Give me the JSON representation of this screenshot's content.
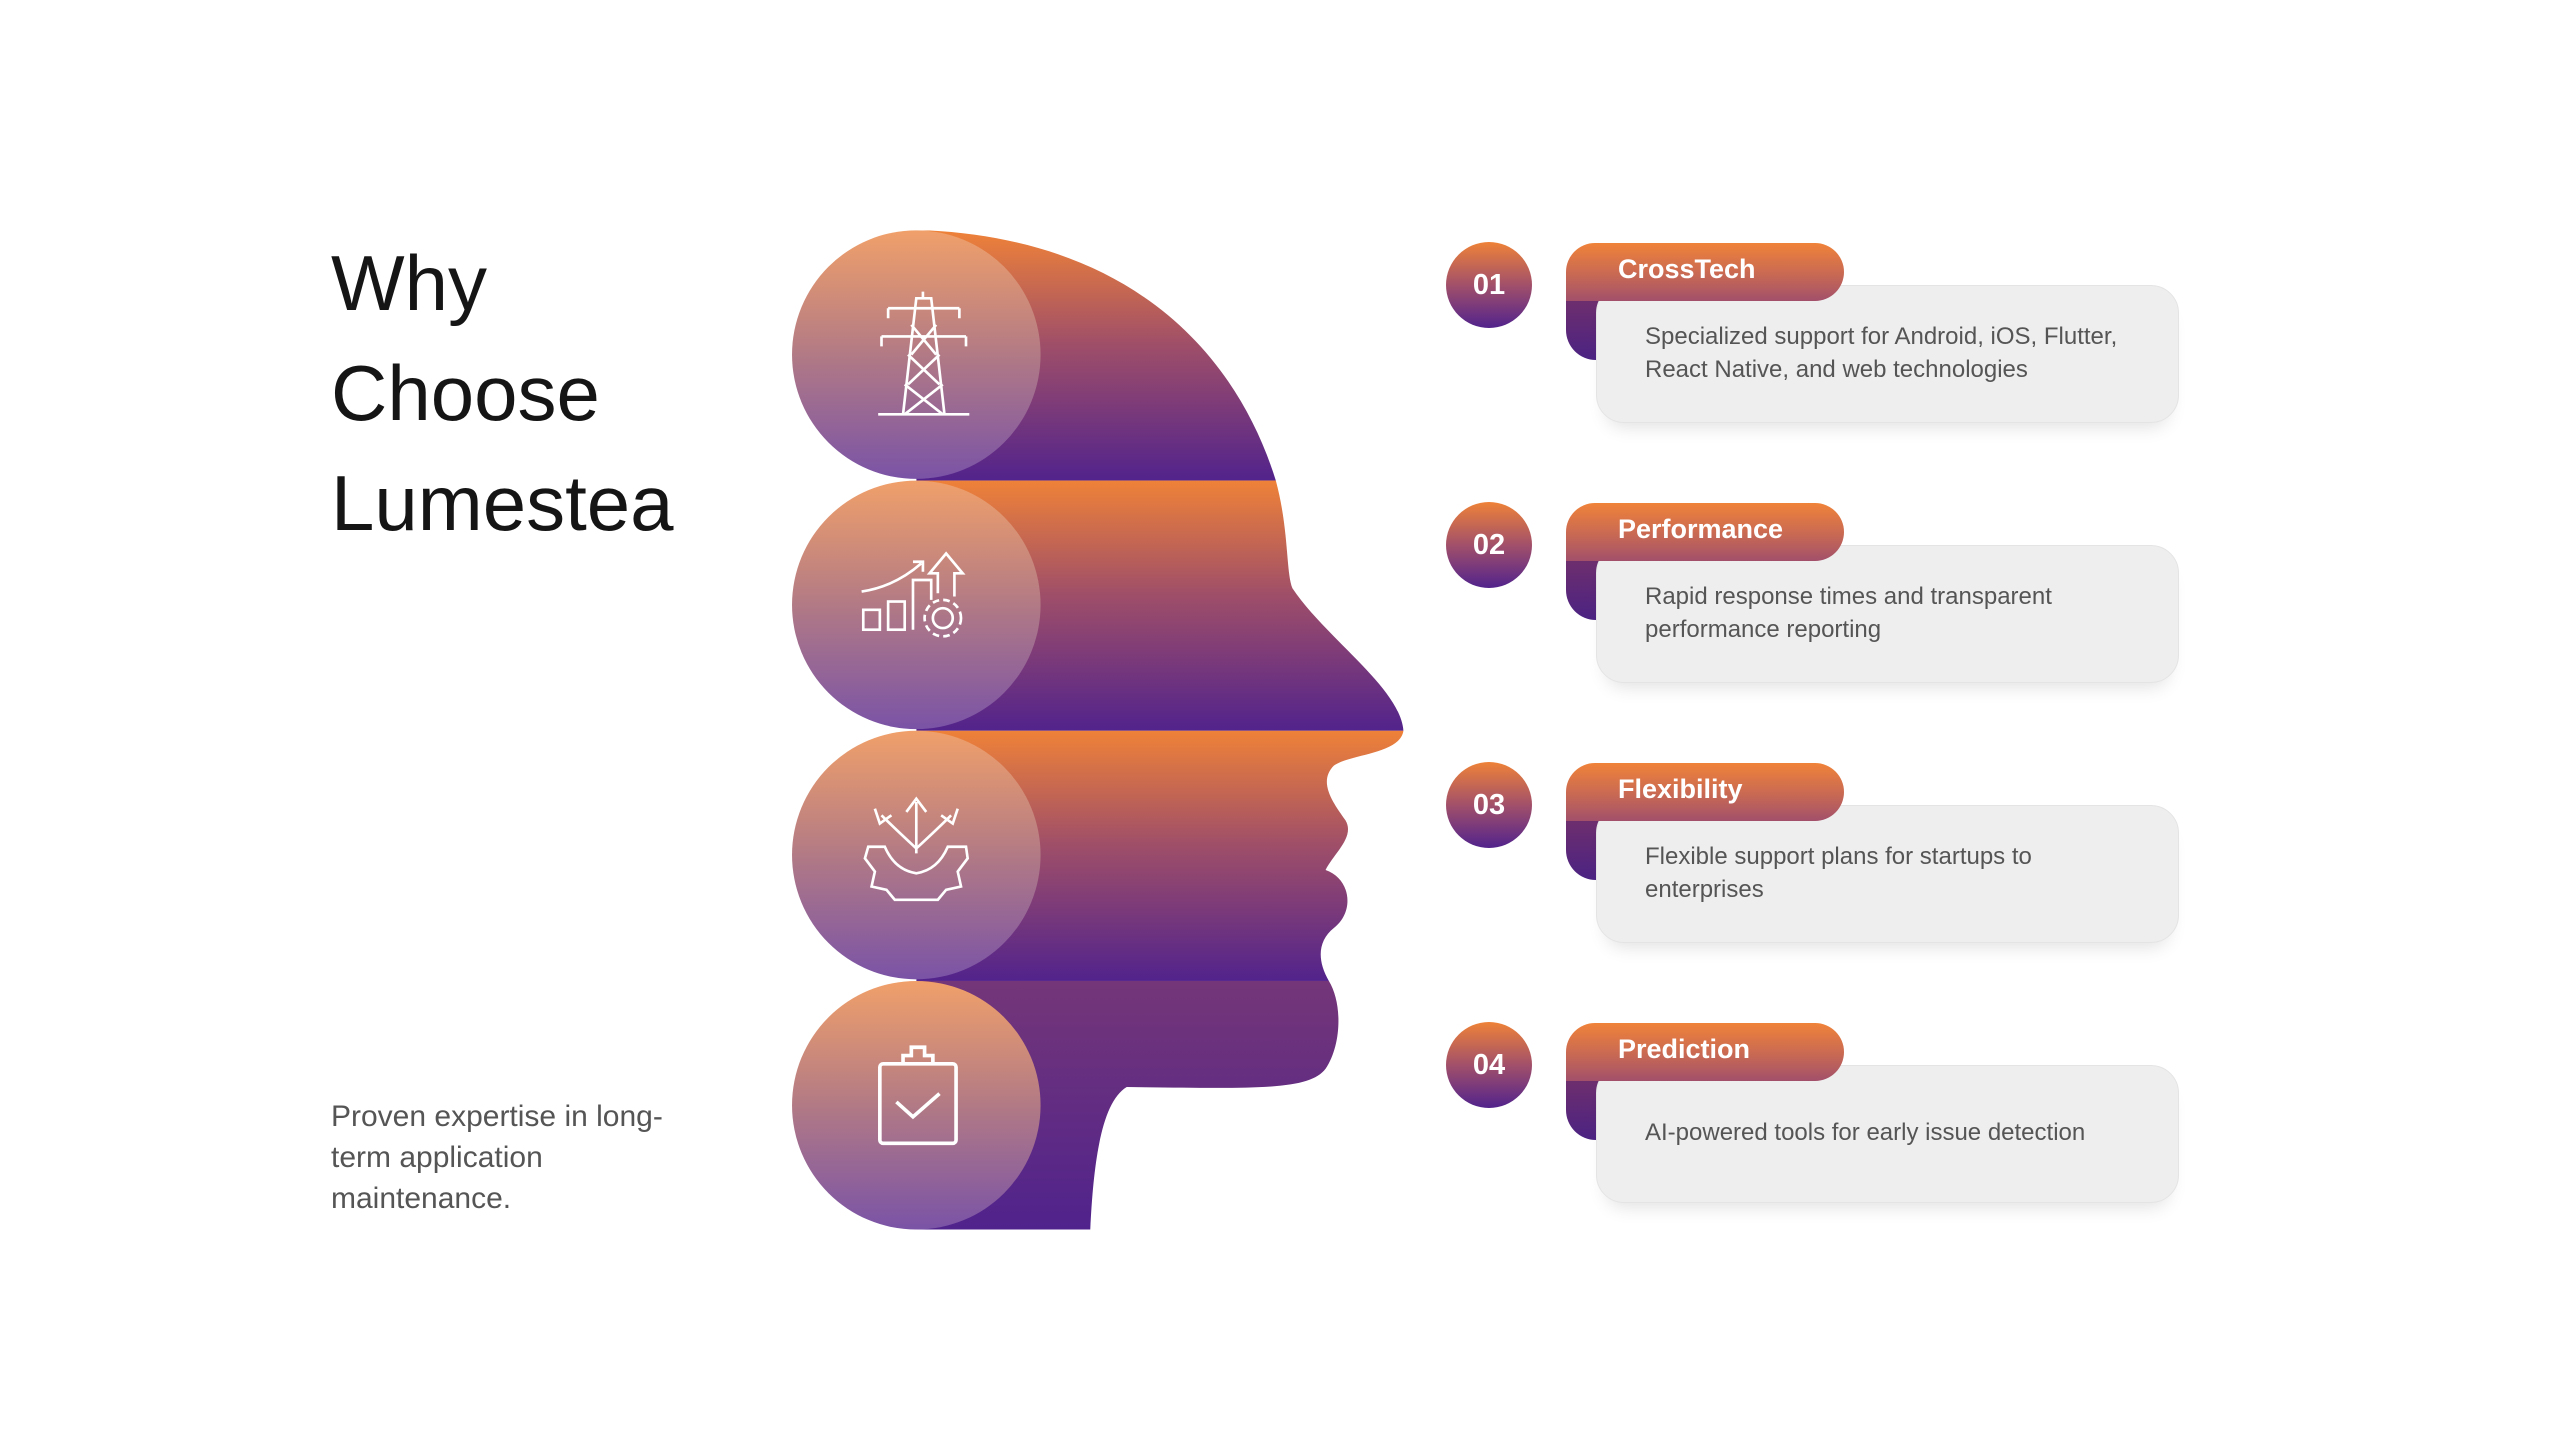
{
  "title": {
    "line1": "Why",
    "line2": "Choose",
    "line3": "Lumestea"
  },
  "subtitle": "Proven expertise in long-term application maintenance.",
  "colors": {
    "orange": "#ee8238",
    "purple": "#52238c",
    "card": "#eeeeee"
  },
  "head_icons": [
    "transmission-tower-icon",
    "growth-chart-gear-icon",
    "gear-branching-arrows-icon",
    "clipboard-check-icon"
  ],
  "features": [
    {
      "number": "01",
      "title": "CrossTech",
      "description": "Specialized support for Android, iOS, Flutter, React Native, and web technologies"
    },
    {
      "number": "02",
      "title": "Performance",
      "description": "Rapid response times and transparent performance reporting"
    },
    {
      "number": "03",
      "title": "Flexibility",
      "description": "Flexible support plans for startups to enterprises"
    },
    {
      "number": "04",
      "title": "Prediction",
      "description": "AI-powered tools for early issue detection"
    }
  ]
}
